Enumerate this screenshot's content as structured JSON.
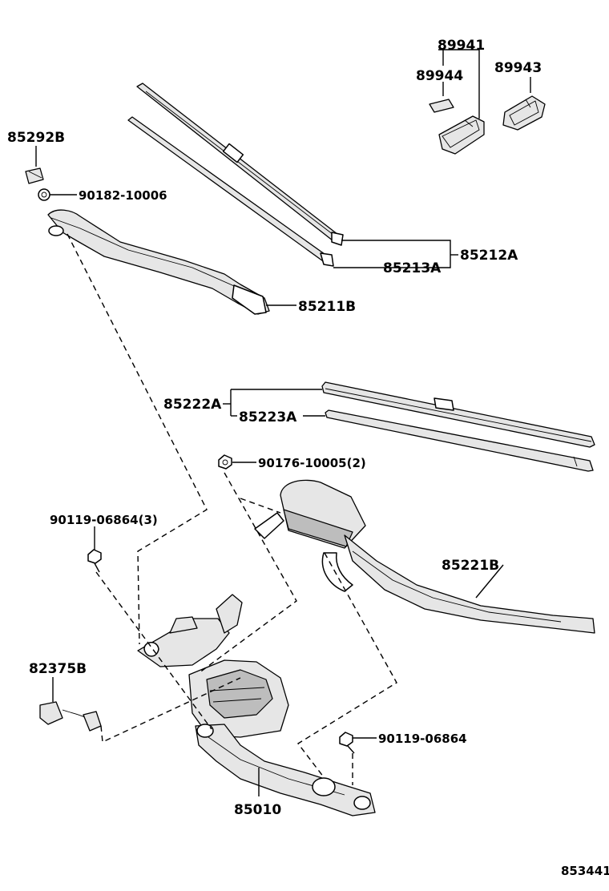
{
  "diagram_id": "853441",
  "labels": {
    "p89941": "89941",
    "p89944": "89944",
    "p89943": "89943",
    "p85292B": "85292B",
    "p90182": "90182-10006",
    "p85213A": "85213A",
    "p85212A": "85212A",
    "p85211B": "85211B",
    "p85222A": "85222A",
    "p85223A": "85223A",
    "p90176": "90176-10005(2)",
    "p90119a": "90119-06864(3)",
    "p85221B": "85221B",
    "p82375B": "82375B",
    "p90119b": "90119-06864",
    "p85010": "85010"
  }
}
